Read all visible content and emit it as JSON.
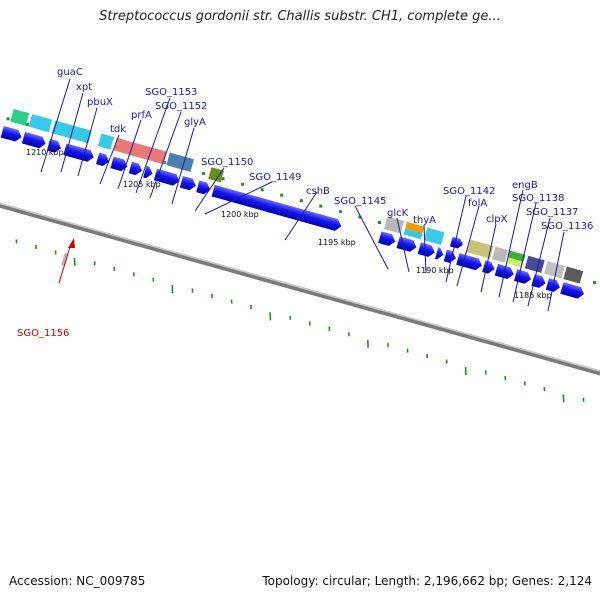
{
  "title": "Streptococcus gordonii str. Challis substr. CH1, complete ge...",
  "footer": {
    "accession": "Accession: NC_009785",
    "summary": "Topology: circular; Length: 2,196,662 bp; Genes: 2,124"
  },
  "kbp_markers": [
    "1210 kbp",
    "1205 kbp",
    "1200 kbp",
    "1195 kbp",
    "1190 kbp",
    "1185 kbp"
  ],
  "gene_labels": [
    "guaC",
    "xpt",
    "pbuX",
    "tdk",
    "prfA",
    "SGO_1153",
    "SGO_1152",
    "glyA",
    "SGO_1150",
    "SGO_1149",
    "cshB",
    "SGO_1145",
    "glcK",
    "thyA",
    "SGO_1142",
    "folA",
    "clpX",
    "engB",
    "SGO_1138",
    "SGO_1137",
    "SGO_1136",
    "SGO_1156"
  ],
  "colors": {
    "gene_arrow": "#1010e0",
    "label_text": "#1a1aa6",
    "highlight_label": "#cc0000",
    "backbone": "#777777",
    "tick": "#2a8a2a"
  }
}
